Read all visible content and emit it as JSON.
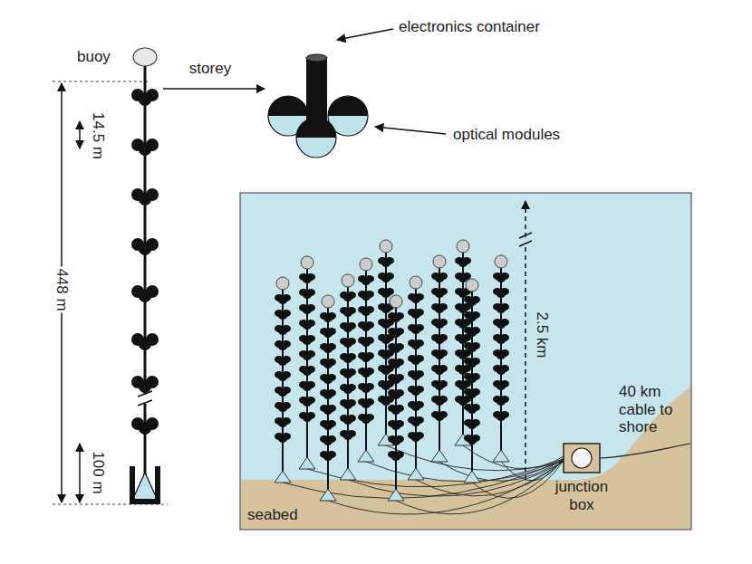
{
  "diagram": {
    "labels": [
      "buoy",
      "storey",
      "electronics container",
      "optical modules",
      "14.5 m",
      "448 m",
      "100 m",
      "2.5 km",
      "40 km cable to shore",
      "junction box",
      "seabed"
    ]
  }
}
